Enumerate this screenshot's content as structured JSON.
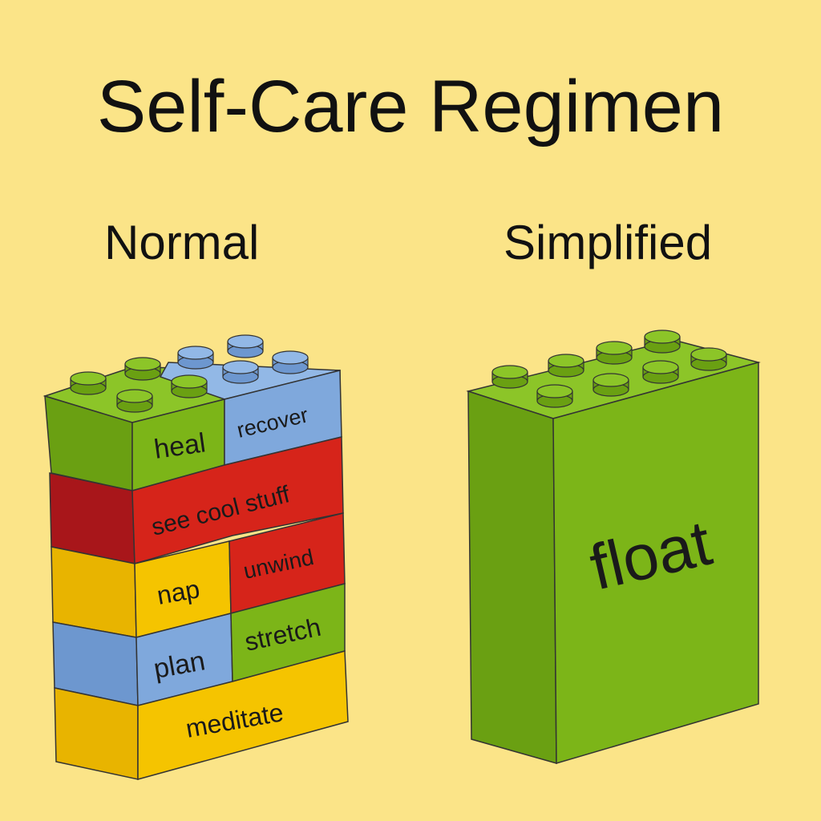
{
  "title": "Self-Care Regimen",
  "columns": {
    "normal": "Normal",
    "simplified": "Simplified"
  },
  "normal_bricks": {
    "heal": "heal",
    "recover": "recover",
    "see_cool_stuff": "see cool stuff",
    "nap": "nap",
    "unwind": "unwind",
    "plan": "plan",
    "stretch": "stretch",
    "meditate": "meditate"
  },
  "simplified_brick": {
    "label": "float"
  },
  "colors": {
    "background": "#fbe488",
    "green": "#7cb518",
    "blue": "#7fa8dc",
    "red": "#d6241a",
    "yellow": "#f5c400"
  }
}
